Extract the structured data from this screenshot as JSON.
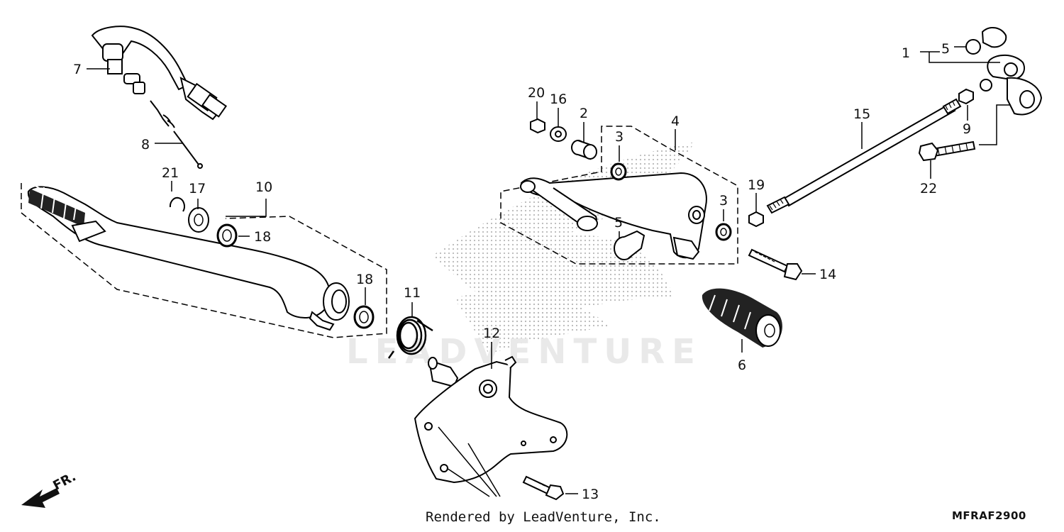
{
  "watermark_text": "LEADVENTURE",
  "footer": {
    "credit": "Rendered by LeadVenture, Inc.",
    "code": "MFRAF2900"
  },
  "front_indicator": "FR.",
  "callouts": {
    "c1": "1",
    "c2": "2",
    "c3a": "3",
    "c3b": "3",
    "c4": "4",
    "c5a": "5",
    "c5b": "5",
    "c6": "6",
    "c7": "7",
    "c8": "8",
    "c9": "9",
    "c10": "10",
    "c11": "11",
    "c12": "12",
    "c13": "13",
    "c14": "14",
    "c15": "15",
    "c16": "16",
    "c17": "17",
    "c18a": "18",
    "c18b": "18",
    "c19": "19",
    "c20": "20",
    "c21": "21",
    "c22": "22"
  }
}
